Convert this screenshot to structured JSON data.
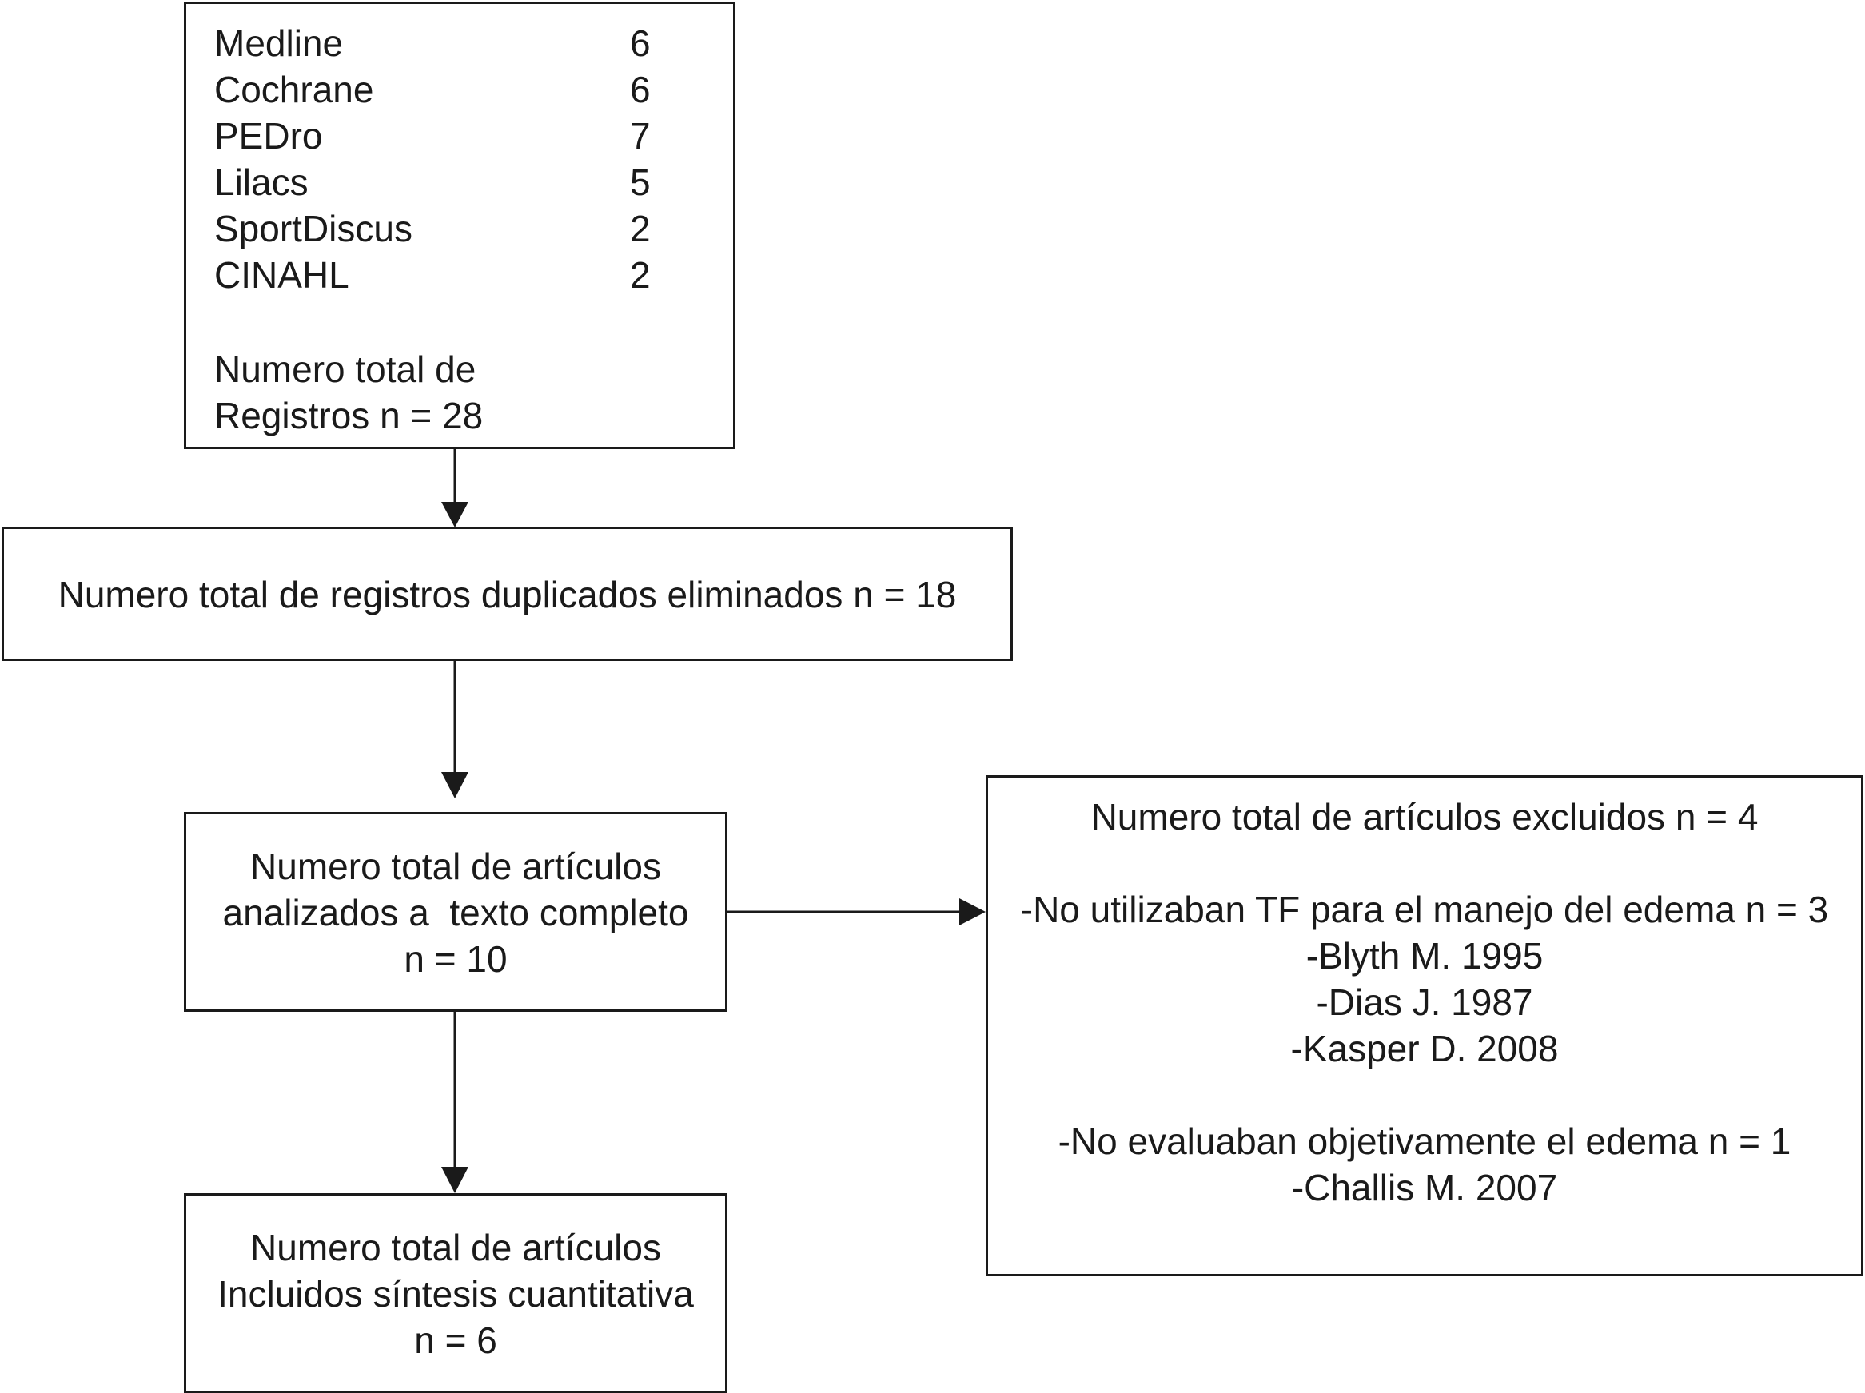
{
  "sources_box": {
    "rows": [
      {
        "name": "Medline",
        "count": "6"
      },
      {
        "name": "Cochrane",
        "count": "6"
      },
      {
        "name": "PEDro",
        "count": "7"
      },
      {
        "name": "Lilacs",
        "count": "5"
      },
      {
        "name": "SportDiscus",
        "count": "2"
      },
      {
        "name": "CINAHL",
        "count": "2"
      }
    ],
    "total_line1": "Numero total de",
    "total_line2": "Registros n = 28"
  },
  "duplicates_box": {
    "text": "Numero total de registros duplicados eliminados n = 18"
  },
  "analyzed_box": {
    "line1": "Numero total de artículos",
    "line2": "analizados a  texto completo",
    "line3": "n = 10"
  },
  "included_box": {
    "line1": "Numero total de artículos",
    "line2": "Incluidos síntesis cuantitativa",
    "line3": "n = 6"
  },
  "excluded_box": {
    "title": "Numero total de artículos excluidos n = 4",
    "reason1": "-No utilizaban TF para el manejo del edema n = 3",
    "reason1_refs": [
      "-Blyth M. 1995",
      "-Dias J. 1987",
      "-Kasper D. 2008"
    ],
    "reason2": "-No evaluaban objetivamente el edema n = 1",
    "reason2_refs": [
      "-Challis M. 2007"
    ]
  }
}
